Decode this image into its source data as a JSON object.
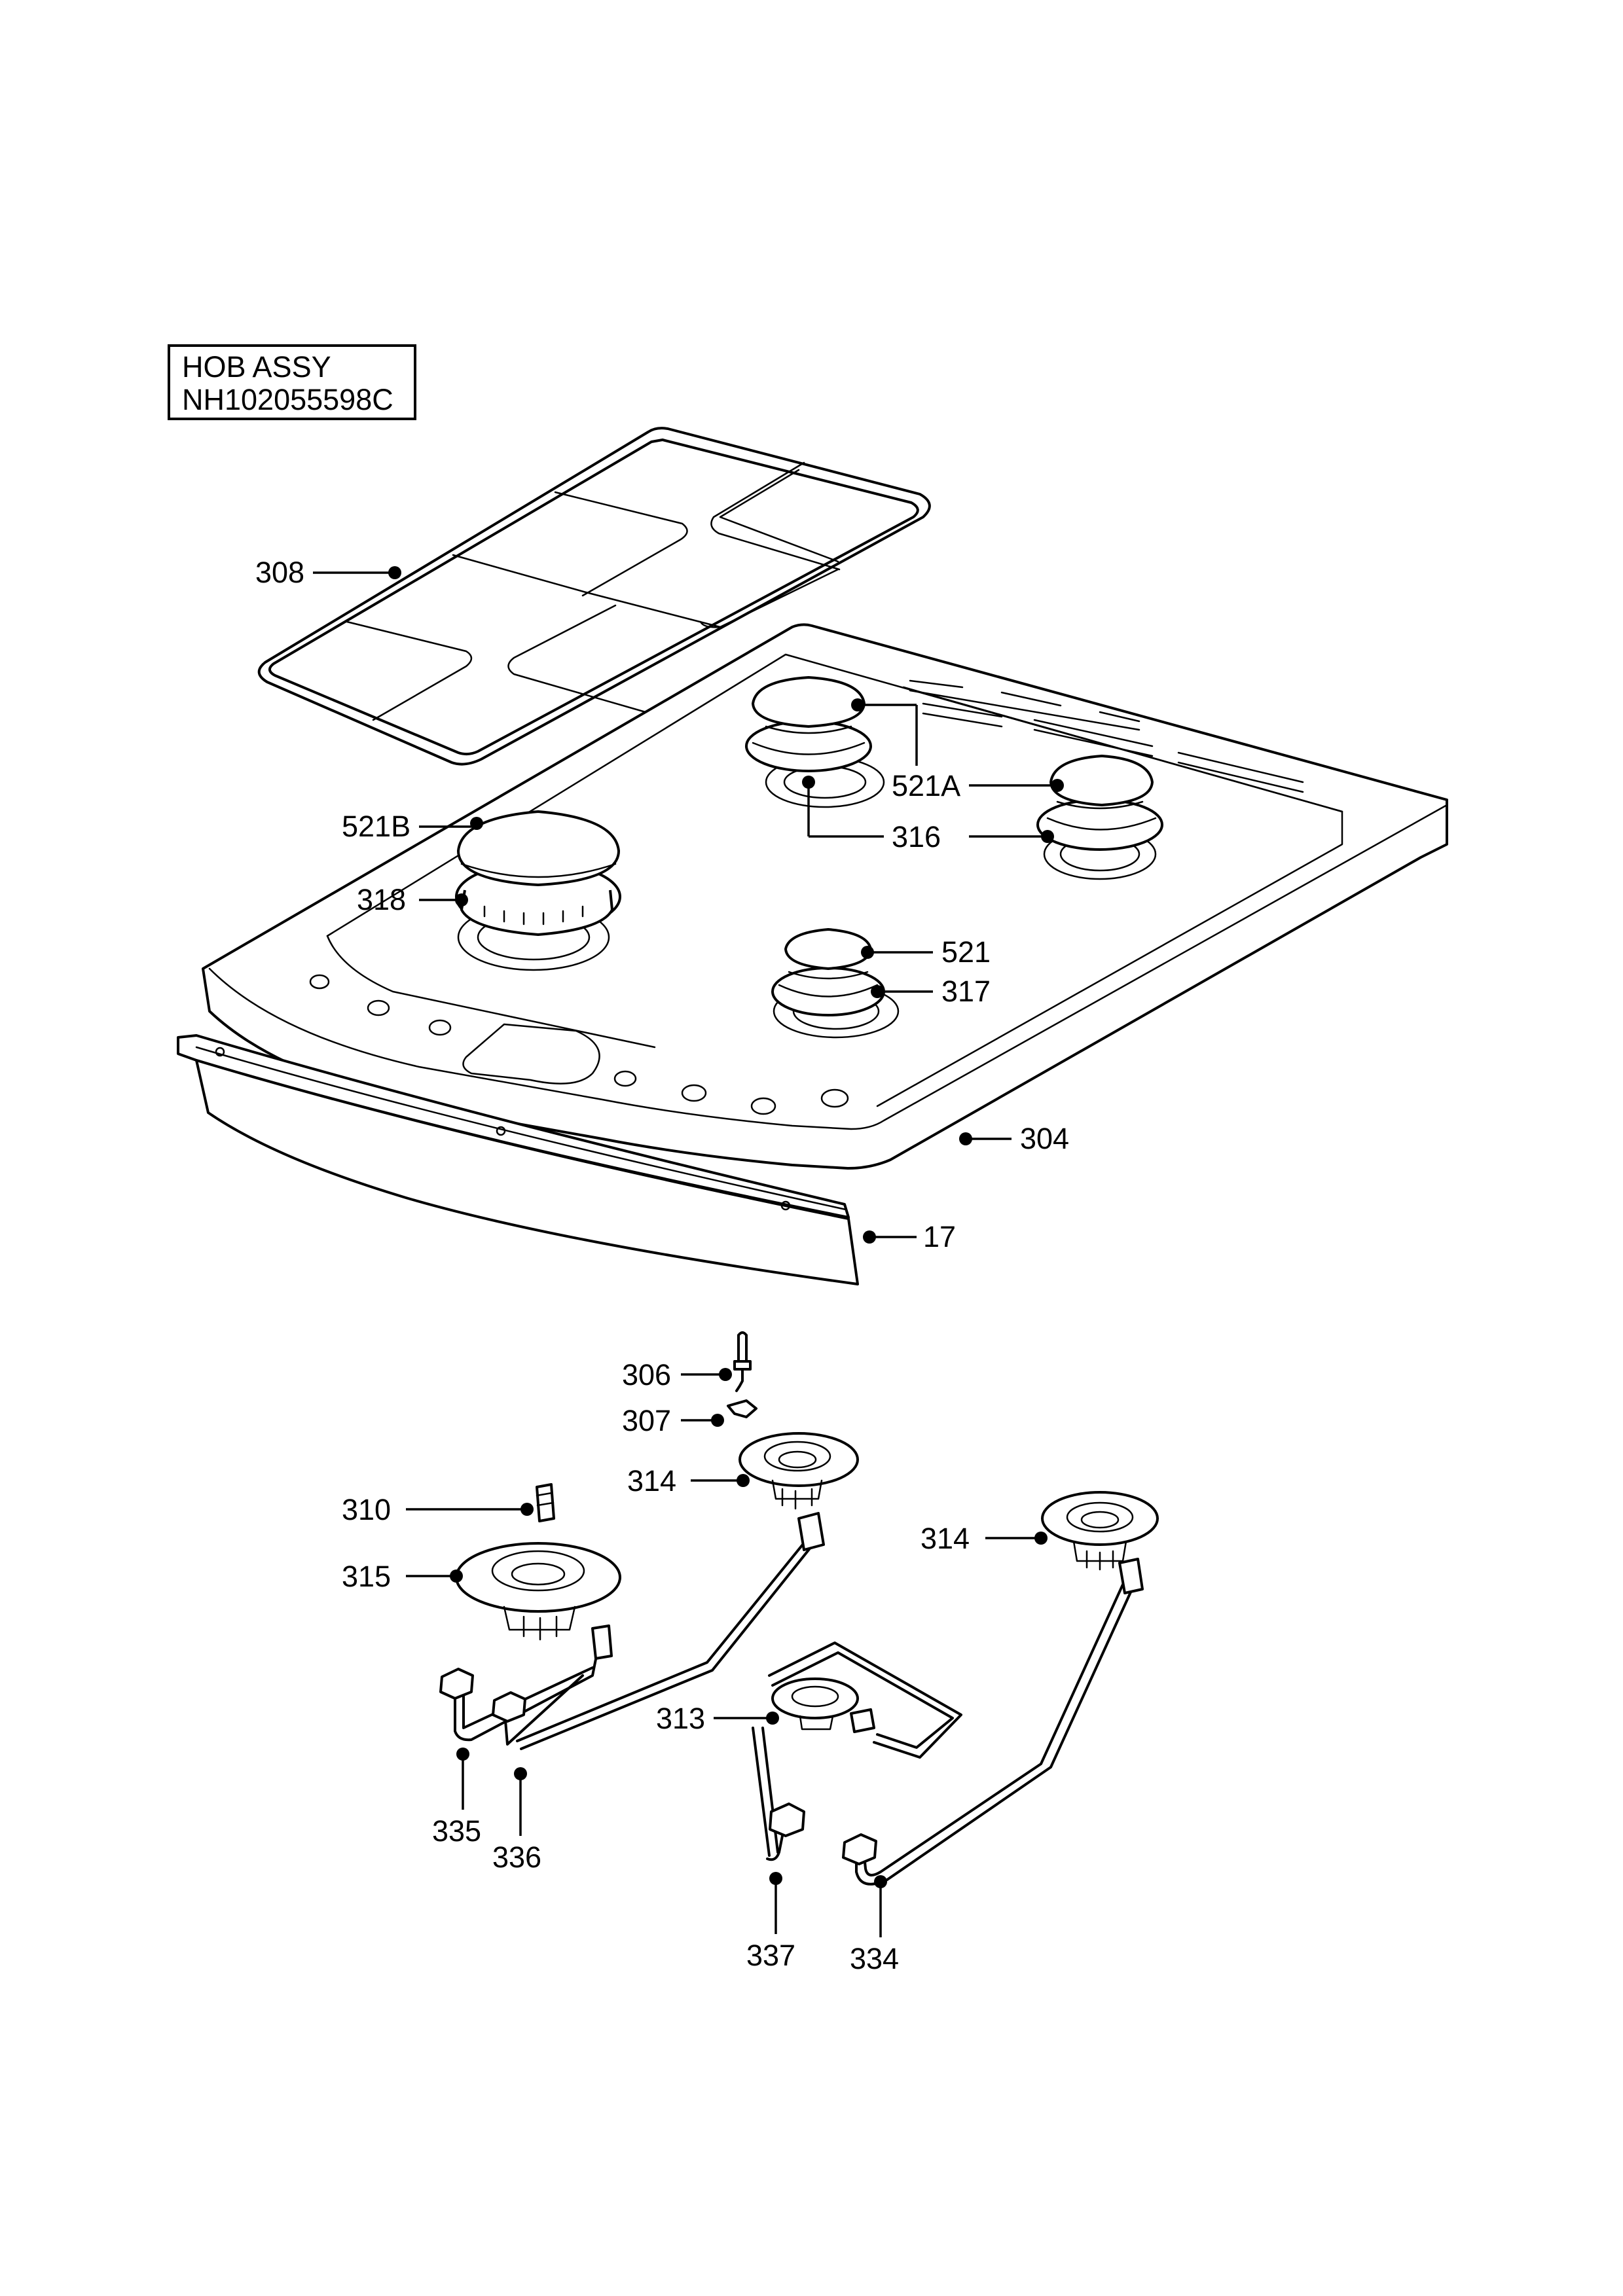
{
  "title_box": {
    "line1": "HOB ASSY",
    "line2": "NH102055598C"
  },
  "callouts": {
    "p308": "308",
    "p521B": "521B",
    "p521A": "521A",
    "p316": "316",
    "p318": "318",
    "p521": "521",
    "p317": "317",
    "p304": "304",
    "p17": "17",
    "p306": "306",
    "p307": "307",
    "p314a": "314",
    "p310": "310",
    "p315": "315",
    "p314b": "314",
    "p313": "313",
    "p335": "335",
    "p336": "336",
    "p337": "337",
    "p334": "334"
  }
}
